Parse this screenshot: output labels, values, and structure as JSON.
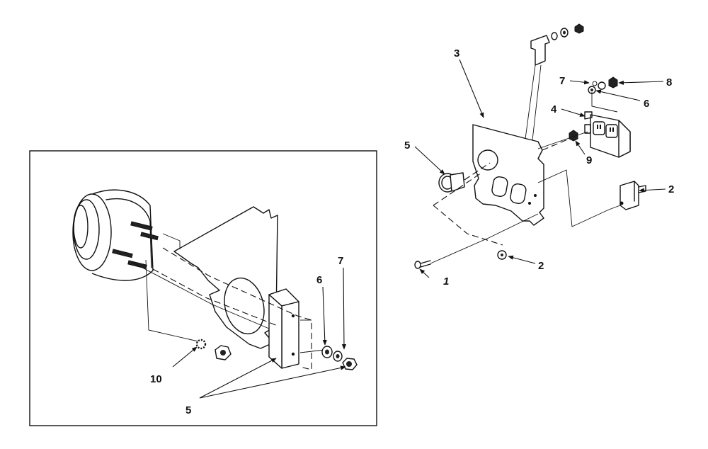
{
  "callouts": {
    "right": {
      "n3": "3",
      "n7": "7",
      "n8": "8",
      "n6": "6",
      "n4": "4",
      "n5": "5",
      "n9": "9",
      "n2_upper": "2",
      "n2_lower": "2",
      "n1": "1"
    },
    "inset": {
      "n6": "6",
      "n7": "7",
      "n10": "10",
      "n5": "5"
    }
  }
}
